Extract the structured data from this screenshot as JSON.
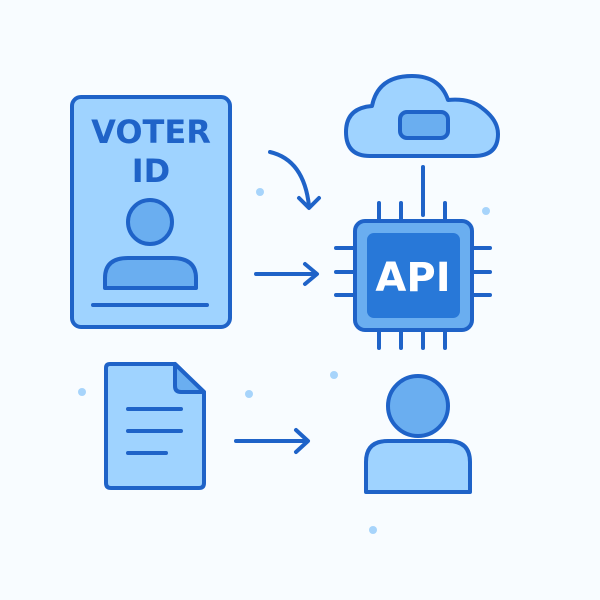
{
  "illustration": {
    "voter_id_card": {
      "line1": "VOTER",
      "line2": "ID"
    },
    "api_chip": {
      "label": "API"
    },
    "icons": [
      "voter-id-card",
      "cloud",
      "api-chip",
      "document",
      "user"
    ],
    "colors": {
      "background": "#f8fcff",
      "stroke": "#1f63c8",
      "fill_light": "#9fd3ff",
      "fill_mid": "#6aaef0",
      "chip_inner": "#2878d8",
      "dot": "#a7d4fb"
    }
  }
}
